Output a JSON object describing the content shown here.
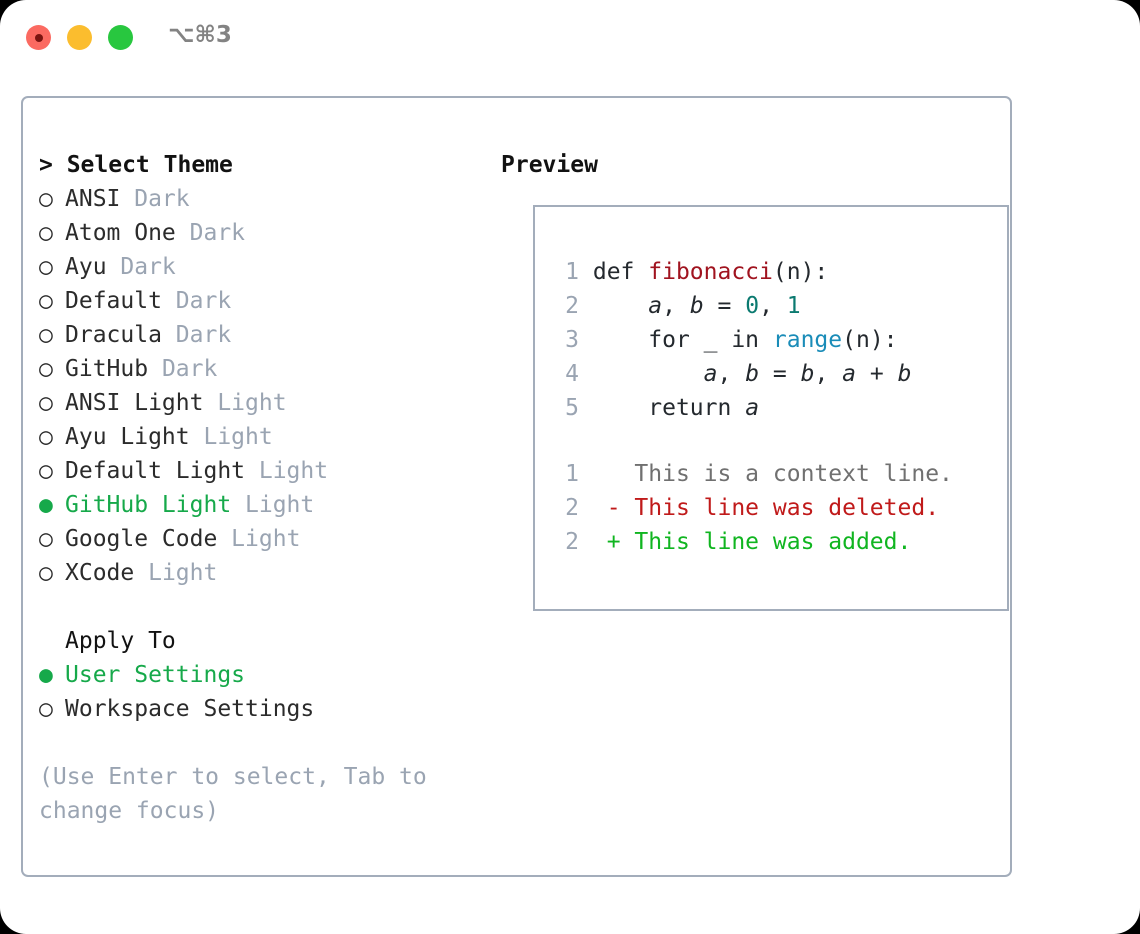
{
  "titlebar": {
    "shortcut": "⌥⌘3",
    "buttons": [
      {
        "name": "close",
        "color": "#fb6a61"
      },
      {
        "name": "minimize",
        "color": "#fbbd2e"
      },
      {
        "name": "maximize",
        "color": "#28c73f"
      }
    ]
  },
  "theme_picker": {
    "header": "> Select Theme",
    "markers": {
      "selected": "●",
      "unselected": "○"
    },
    "items": [
      {
        "name": "ANSI",
        "variant": "Dark",
        "selected": false
      },
      {
        "name": "Atom One",
        "variant": "Dark",
        "selected": false
      },
      {
        "name": "Ayu",
        "variant": "Dark",
        "selected": false
      },
      {
        "name": "Default",
        "variant": "Dark",
        "selected": false
      },
      {
        "name": "Dracula",
        "variant": "Dark",
        "selected": false
      },
      {
        "name": "GitHub",
        "variant": "Dark",
        "selected": false
      },
      {
        "name": "ANSI Light",
        "variant": "Light",
        "selected": false
      },
      {
        "name": "Ayu Light",
        "variant": "Light",
        "selected": false
      },
      {
        "name": "Default Light",
        "variant": "Light",
        "selected": false
      },
      {
        "name": "GitHub Light",
        "variant": "Light",
        "selected": true
      },
      {
        "name": "Google Code",
        "variant": "Light",
        "selected": false
      },
      {
        "name": "XCode",
        "variant": "Light",
        "selected": false
      }
    ]
  },
  "apply_to": {
    "header": "Apply To",
    "items": [
      {
        "name": "User Settings",
        "selected": true
      },
      {
        "name": "Workspace Settings",
        "selected": false
      }
    ]
  },
  "hint": "(Use Enter to select, Tab to change focus)",
  "preview": {
    "title": "Preview",
    "code_lines": [
      {
        "number": "1",
        "tokens": [
          {
            "text": "def ",
            "type": "plain"
          },
          {
            "text": "fibonacci",
            "type": "fn"
          },
          {
            "text": "(n):",
            "type": "plain"
          }
        ]
      },
      {
        "number": "2",
        "tokens": [
          {
            "text": "    ",
            "type": "plain"
          },
          {
            "text": "a",
            "type": "var"
          },
          {
            "text": ", ",
            "type": "plain"
          },
          {
            "text": "b",
            "type": "var"
          },
          {
            "text": " = ",
            "type": "plain"
          },
          {
            "text": "0",
            "type": "num"
          },
          {
            "text": ", ",
            "type": "plain"
          },
          {
            "text": "1",
            "type": "num"
          }
        ]
      },
      {
        "number": "3",
        "tokens": [
          {
            "text": "    for _ in ",
            "type": "plain"
          },
          {
            "text": "range",
            "type": "builtin"
          },
          {
            "text": "(n):",
            "type": "plain"
          }
        ]
      },
      {
        "number": "4",
        "tokens": [
          {
            "text": "        ",
            "type": "plain"
          },
          {
            "text": "a",
            "type": "var"
          },
          {
            "text": ", ",
            "type": "plain"
          },
          {
            "text": "b",
            "type": "var"
          },
          {
            "text": " = ",
            "type": "plain"
          },
          {
            "text": "b",
            "type": "var"
          },
          {
            "text": ", ",
            "type": "plain"
          },
          {
            "text": "a",
            "type": "var"
          },
          {
            "text": " + ",
            "type": "plain"
          },
          {
            "text": "b",
            "type": "var"
          }
        ]
      },
      {
        "number": "5",
        "tokens": [
          {
            "text": "    return ",
            "type": "plain"
          },
          {
            "text": "a",
            "type": "var"
          }
        ]
      }
    ],
    "diff_lines": [
      {
        "number": "1",
        "sign": "  ",
        "text": "This is a context line.",
        "type": "context"
      },
      {
        "number": "2",
        "sign": "- ",
        "text": "This line was deleted.",
        "type": "del"
      },
      {
        "number": "2",
        "sign": "+ ",
        "text": "This line was added.",
        "type": "add"
      }
    ]
  },
  "colors": {
    "accent_green": "#16a94a",
    "muted": "#9aa4b2",
    "border": "#a3adbb",
    "diff_add": "#10b520",
    "diff_del": "#c01a1a",
    "token_fn": "#a0131f",
    "token_num": "#0b7a70",
    "token_builtin": "#1a8cb8"
  }
}
